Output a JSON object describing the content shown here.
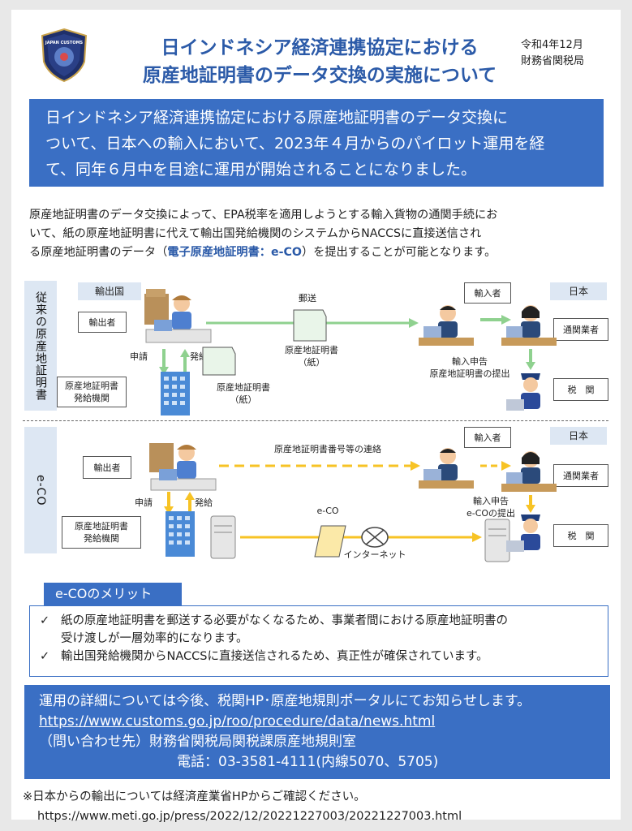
{
  "header": {
    "logo_text": "JAPAN CUSTOMS",
    "title_line1": "日インドネシア経済連携協定における",
    "title_line2": "原産地証明書のデータ交換の実施について",
    "date": "令和4年12月",
    "issuer": "財務省関税局"
  },
  "banner": {
    "line1": "日インドネシア経済連携協定における原産地証明書のデータ交換に",
    "line2": "ついて、日本への輸入において、2023年４月からのパイロット運用を経",
    "line3": "て、同年６月中を目途に運用が開始されることになりました。"
  },
  "intro": {
    "line1": "原産地証明書のデータ交換によって、EPA税率を適用しようとする輸入貨物の通関手続にお",
    "line2": "いて、紙の原産地証明書に代えて輸出国発給機関のシステムからNACCSに直接送信され",
    "line3_pre": "る原産地証明書のデータ（",
    "line3_em": "電子原産地証明書：e-CO",
    "line3_post": "）を提出することが可能となります。"
  },
  "diagram_top": {
    "side_label": "従来の原産地証明書",
    "export_country": "輸出国",
    "japan": "日本",
    "exporter": "輸出者",
    "importer": "輸入者",
    "broker": "通関業者",
    "customs": "税　関",
    "issuer": "原産地証明書\n発給機関",
    "mail": "郵送",
    "doc_label": "原産地証明書\n（紙）",
    "doc_label2": "原産地証明書\n（紙）",
    "apply": "申請",
    "issue": "発給",
    "declare": "輸入申告\n原産地証明書の提出"
  },
  "diagram_bottom": {
    "side_label": "e-CO",
    "japan": "日本",
    "exporter": "輸出者",
    "importer": "輸入者",
    "broker": "通関業者",
    "customs": "税　関",
    "issuer": "原産地証明書\n発給機関",
    "notice": "原産地証明書番号等の連絡",
    "eco": "e-CO",
    "internet": "インターネット",
    "apply": "申請",
    "issue": "発給",
    "declare": "輸入申告\ne-COの提出"
  },
  "merits": {
    "title": "e-COのメリット",
    "check": "✓",
    "item1_line1": "紙の原産地証明書を郵送する必要がなくなるため、事業者間における原産地証明書の",
    "item1_line2": "受け渡しが一層効率的になります。",
    "item2": "輸出国発給機関からNACCSに直接送信されるため、真正性が確保されています。"
  },
  "contact": {
    "line1": "運用の詳細については今後、税関HP･原産地規則ポータルにてお知らせします。",
    "url": "https://www.customs.go.jp/roo/procedure/data/news.html",
    "line3": "（問い合わせ先）財務省関税局関税課原産地規則室",
    "phone": "電話：03-3581-4111(内線5070、5705)"
  },
  "footer": {
    "note": "※日本からの輸出については経済産業省HPからご確認ください。",
    "url": "https://www.meti.go.jp/press/2022/12/20221227003/20221227003.html"
  },
  "colors": {
    "blue": "#3a6fc4",
    "green": "#8fd18f",
    "yellow": "#f7c325",
    "light": "#dde7f3"
  }
}
